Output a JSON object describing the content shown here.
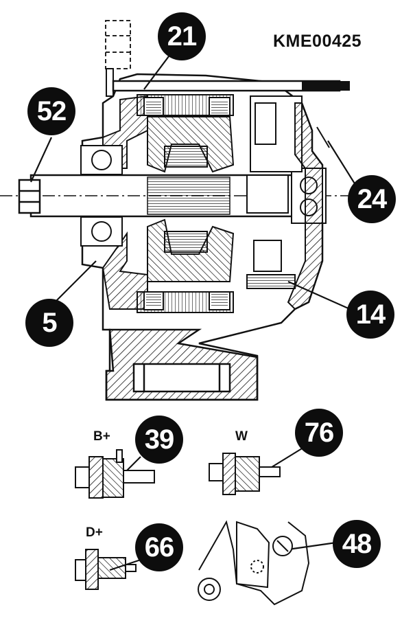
{
  "reference_code": "KME00425",
  "terminal_labels": {
    "b_plus": "B+",
    "w": "W",
    "d_plus": "D+"
  },
  "callouts": {
    "c21": "21",
    "c52": "52",
    "c24": "24",
    "c5": "5",
    "c14": "14",
    "c39": "39",
    "c76": "76",
    "c66": "66",
    "c48": "48"
  }
}
